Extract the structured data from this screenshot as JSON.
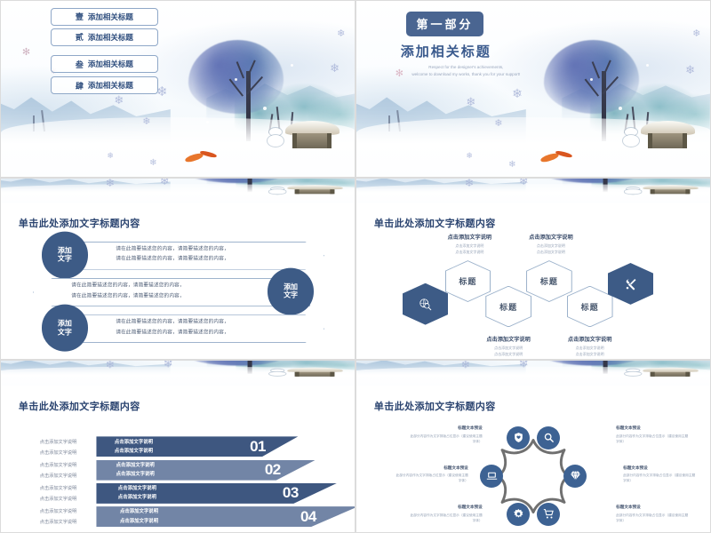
{
  "deck": {
    "accent_dark": "#3d5b86",
    "accent_light": "#7285a6",
    "title_color": "#2b4470"
  },
  "slide1": {
    "name": "cover-agenda-slide",
    "nav_items": [
      {
        "num": "壹",
        "label": "添加相关标题"
      },
      {
        "num": "贰",
        "label": "添加相关标题"
      },
      {
        "num": "叁",
        "label": "添加相关标题"
      },
      {
        "num": "肆",
        "label": "添加相关标题"
      }
    ]
  },
  "slide2": {
    "name": "section-divider-slide",
    "badge": "第一部分",
    "subtitle": "添加相关标题",
    "note_line1": "Respect for the designer's achievements,",
    "note_line2": "welcome to download my works, thank you for your support!"
  },
  "slide3": {
    "name": "chevron-list-slide",
    "header_title": "单击此处添加文字标题内容",
    "rows": [
      {
        "circle_line1": "添加",
        "circle_line2": "文字",
        "text_line1": "请在此简要描述您的内容，请简要描述您的内容，",
        "text_line2": "请在此简要描述您的内容，请简要描述您的内容，",
        "side": "left"
      },
      {
        "circle_line1": "添加",
        "circle_line2": "文字",
        "text_line1": "请在此简要描述您的内容，请简要描述您的内容，",
        "text_line2": "请在此简要描述您的内容，请简要描述您的内容，",
        "side": "right"
      },
      {
        "circle_line1": "添加",
        "circle_line2": "文字",
        "text_line1": "请在此简要描述您的内容，请简要描述您的内容，",
        "text_line2": "请在此简要描述您的内容，请简要描述您的内容，",
        "side": "left"
      }
    ]
  },
  "slide4": {
    "name": "hexagon-process-slide",
    "header_title": "单击此处添加文字标题内容",
    "left_icon": "globe-search-icon",
    "right_icon": "tools-icon",
    "hexagons": [
      {
        "label": "标题"
      },
      {
        "label": "标题"
      },
      {
        "label": "标题"
      },
      {
        "label": "标题"
      }
    ],
    "captions": [
      {
        "title": "点击添加文字说明",
        "desc_line1": "点击添加文字说明",
        "desc_line2": "点击添加文字说明"
      },
      {
        "title": "点击添加文字说明",
        "desc_line1": "点击添加文字说明",
        "desc_line2": "点击添加文字说明"
      },
      {
        "title": "点击添加文字说明",
        "desc_line1": "点击添加文字说明",
        "desc_line2": "点击添加文字说明"
      },
      {
        "title": "点击添加文字说明",
        "desc_line1": "点击添加文字说明",
        "desc_line2": "点击添加文字说明"
      }
    ]
  },
  "slide5": {
    "name": "numbered-ribbon-slide",
    "header_title": "单击此处添加文字标题内容",
    "ribbons": [
      {
        "number": "01",
        "line1": "点击添加文字说明",
        "line2": "点击添加文字说明",
        "tone": "dark"
      },
      {
        "number": "02",
        "line1": "点击添加文字说明",
        "line2": "点击添加文字说明",
        "tone": "light"
      },
      {
        "number": "03",
        "line1": "点击添加文字说明",
        "line2": "点击添加文字说明",
        "tone": "dark"
      },
      {
        "number": "04",
        "line1": "点击添加文字说明",
        "line2": "点击添加文字说明",
        "tone": "light"
      }
    ],
    "left_notes": [
      {
        "line1": "点击添加文字说明",
        "line2": "点击添加文字说明"
      },
      {
        "line1": "点击添加文字说明",
        "line2": "点击添加文字说明"
      },
      {
        "line1": "点击添加文字说明",
        "line2": "点击添加文字说明"
      },
      {
        "line1": "点击添加文字说明",
        "line2": "点击添加文字说明"
      }
    ]
  },
  "slide6": {
    "name": "circular-icon-ring-slide",
    "header_title": "单击此处添加文字标题内容",
    "items": [
      {
        "icon": "shield-heart-icon",
        "title": "标题文本预设",
        "desc": "此部分内容作为文字排版占位显示（建议使用主题字体）"
      },
      {
        "icon": "search-icon",
        "title": "标题文本预设",
        "desc": "此部分内容作为文字排版占位显示（建议使用主题字体）"
      },
      {
        "icon": "diamond-icon",
        "title": "标题文本预设",
        "desc": "此部分内容作为文字排版占位显示（建议使用主题字体）"
      },
      {
        "icon": "cart-icon",
        "title": "标题文本预设",
        "desc": "此部分内容作为文字排版占位显示（建议使用主题字体）"
      },
      {
        "icon": "gear-icon",
        "title": "标题文本预设",
        "desc": "此部分内容作为文字排版占位显示（建议使用主题字体）"
      },
      {
        "icon": "laptop-icon",
        "title": "标题文本预设",
        "desc": "此部分内容作为文字排版占位显示（建议使用主题字体）"
      }
    ]
  }
}
